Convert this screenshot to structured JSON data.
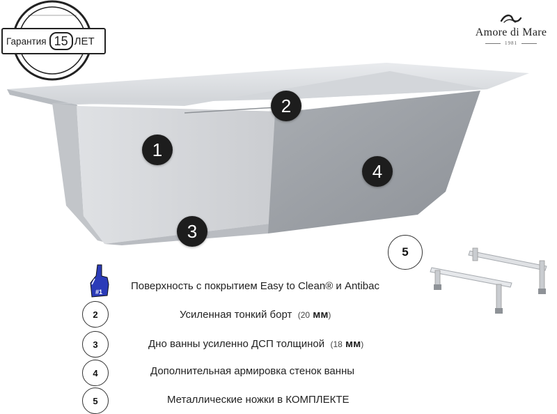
{
  "warranty": {
    "label": "Гарантия",
    "years": "15",
    "unit": "ЛЕТ"
  },
  "brand": {
    "name": "Amore di Mare",
    "year": "1981"
  },
  "markers": [
    "1",
    "2",
    "3",
    "4"
  ],
  "features": [
    {
      "icon": "foam-finger-number-one-icon",
      "text": "Поверхность с покрытием Easy to Clean® и Antibac"
    },
    {
      "badge": "2",
      "text": "Усиленная тонкий борт",
      "paren_open": "(",
      "value": "20",
      "unit": "мм",
      "paren_close": ")"
    },
    {
      "badge": "3",
      "text": "Дно ванны усиленно ДСП толщиной",
      "paren_open": "(",
      "value": "18",
      "unit": "мм",
      "paren_close": ")"
    },
    {
      "badge": "4",
      "text": "Дополнительная армировка стенок ванны"
    },
    {
      "badge": "5",
      "text": "Металлические ножки в КОМПЛЕКТЕ"
    }
  ],
  "legs_badge": "5",
  "colors": {
    "tub_light": "#e4e6e9",
    "tub_mid": "#c5c8cc",
    "tub_dark": "#9ea2a7",
    "marker": "#1d1d1d",
    "finger_blue": "#2b3bb8"
  }
}
